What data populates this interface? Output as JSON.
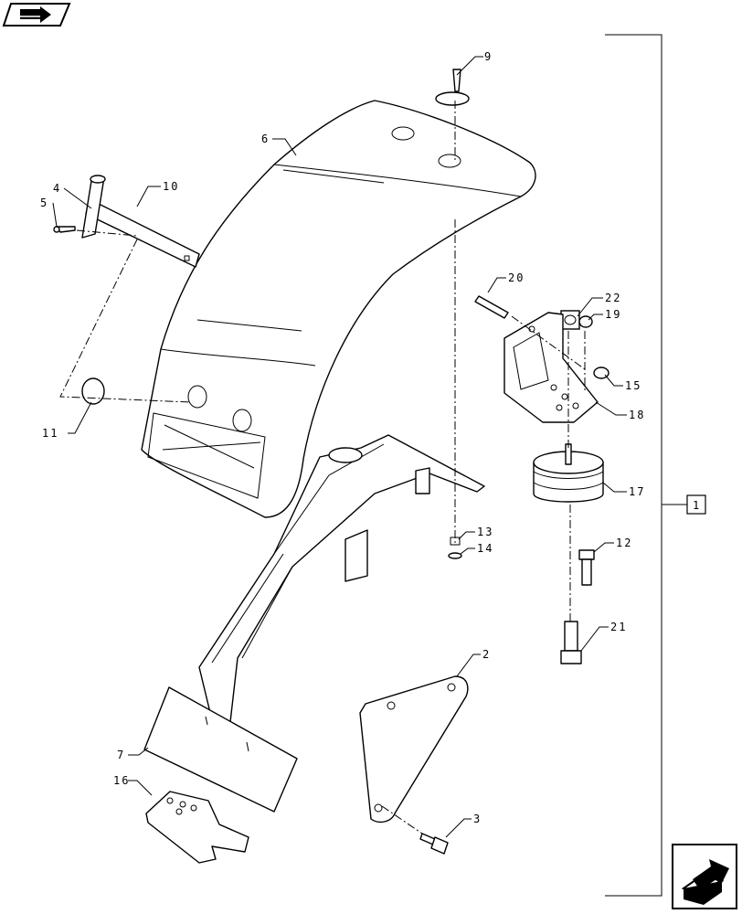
{
  "callouts": [
    {
      "id": "c9",
      "text": "9"
    },
    {
      "id": "c6",
      "text": "6"
    },
    {
      "id": "c4",
      "text": "4"
    },
    {
      "id": "c5",
      "text": "5"
    },
    {
      "id": "c10",
      "text": "10"
    },
    {
      "id": "c11",
      "text": "11"
    },
    {
      "id": "c20",
      "text": "20"
    },
    {
      "id": "c22",
      "text": "22"
    },
    {
      "id": "c19",
      "text": "19"
    },
    {
      "id": "c15",
      "text": "15"
    },
    {
      "id": "c18",
      "text": "18"
    },
    {
      "id": "c17",
      "text": "17"
    },
    {
      "id": "c13",
      "text": "13"
    },
    {
      "id": "c14",
      "text": "14"
    },
    {
      "id": "c12",
      "text": "12"
    },
    {
      "id": "c21",
      "text": "21"
    },
    {
      "id": "c2",
      "text": "2"
    },
    {
      "id": "c7",
      "text": "7"
    },
    {
      "id": "c16",
      "text": "16"
    },
    {
      "id": "c3",
      "text": "3"
    }
  ],
  "assembly_ref": "1",
  "icons": {
    "top_left": "previous-page-icon",
    "bottom_right": "next-page-icon"
  }
}
